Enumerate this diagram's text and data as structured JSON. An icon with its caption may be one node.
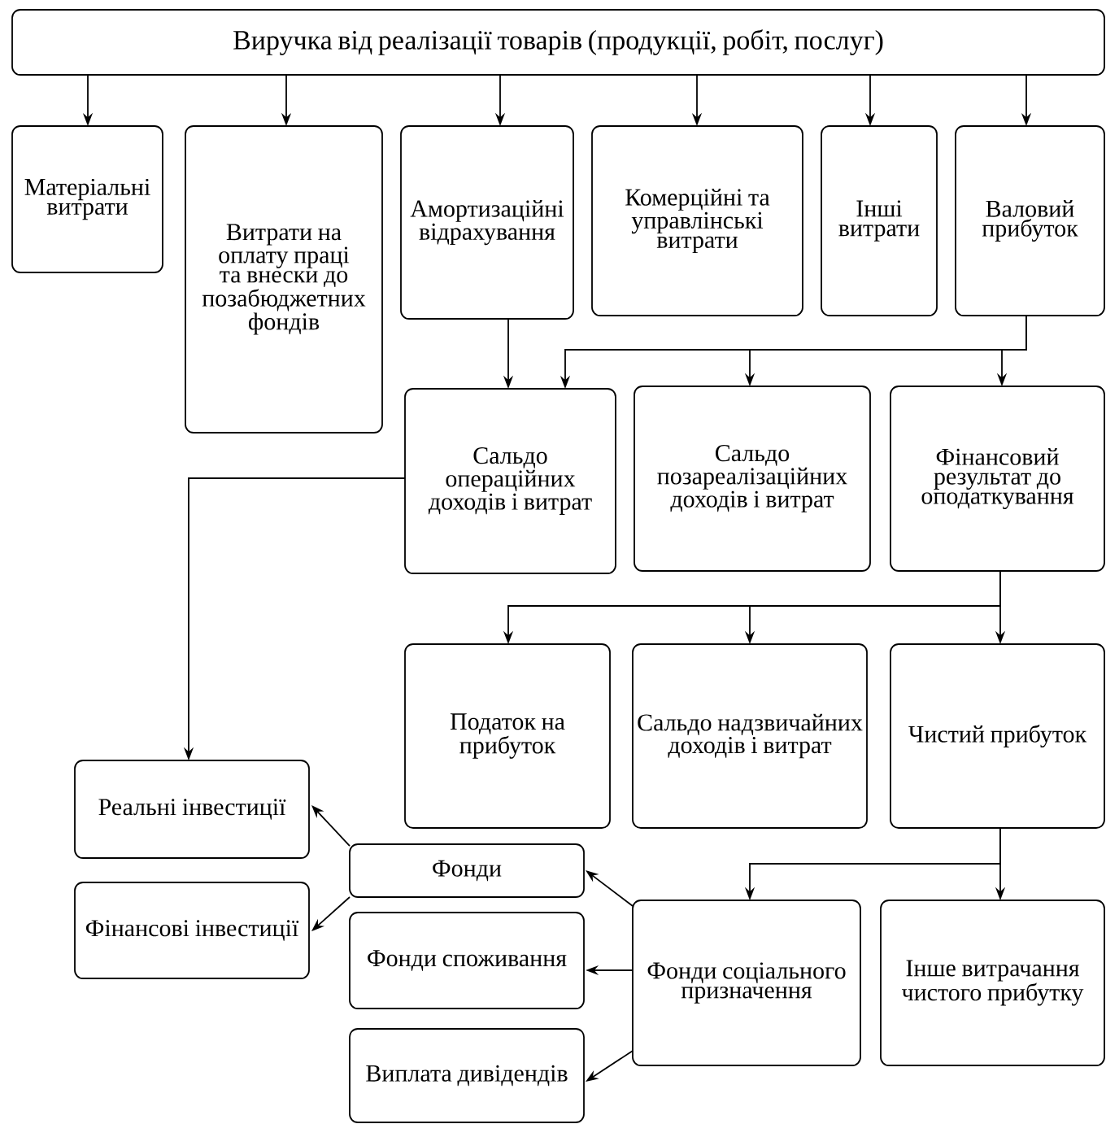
{
  "diagram": {
    "nodes": [
      {
        "text": [
          "Виручка від реалізації товарів (продукції, робіт, послуг)"
        ]
      },
      {
        "text": [
          "Матеріальні витрати"
        ]
      },
      {
        "text": [
          "Витрати на оплату праці та внески до позабюджетних фондів"
        ]
      },
      {
        "text": [
          "Амортизаційні відрахування"
        ]
      },
      {
        "text": [
          "Комерційні та управлінські витрати"
        ]
      },
      {
        "text": [
          "Інші витрати"
        ]
      },
      {
        "text": [
          "Валовий прибуток"
        ]
      },
      {
        "text": [
          "Сальдо операційних доходів і витрат"
        ]
      },
      {
        "text": [
          "Сальдо позареалізаційних доходів і витрат"
        ]
      },
      {
        "text": [
          "Фінансовий результат до оподаткування"
        ]
      },
      {
        "text": [
          "Податок на прибуток"
        ]
      },
      {
        "text": [
          "Сальдо надзвичайних доходів і витрат"
        ]
      },
      {
        "text": [
          "Чистий прибуток"
        ]
      },
      {
        "text": [
          "Реальні інвестиції"
        ]
      },
      {
        "text": [
          "Фінансові інвестиції"
        ]
      },
      {
        "text": [
          "Фонди"
        ]
      },
      {
        "text": [
          "Фонди споживання"
        ]
      },
      {
        "text": [
          "Виплата дивідендів"
        ]
      },
      {
        "text": [
          "Фонди соціального призначення"
        ]
      },
      {
        "text": [
          "Інше витрачання чистого прибутку"
        ]
      }
    ],
    "edges": [
      {
        "from": 0,
        "to": 1,
        "arrow": "to"
      },
      {
        "from": 0,
        "to": 2,
        "arrow": "to"
      },
      {
        "from": 0,
        "to": 3,
        "arrow": "to"
      },
      {
        "from": 0,
        "to": 4,
        "arrow": "to"
      },
      {
        "from": 0,
        "to": 5,
        "arrow": "to"
      },
      {
        "from": 0,
        "to": 6,
        "arrow": "to"
      },
      {
        "from": 3,
        "to": 7,
        "arrow": "to"
      },
      {
        "from": 6,
        "to": 7,
        "arrow": "to"
      },
      {
        "from": 6,
        "to": 8,
        "arrow": "to"
      },
      {
        "from": 6,
        "to": 9,
        "arrow": "to"
      },
      {
        "from": 7,
        "to": 13,
        "arrow": "to"
      },
      {
        "from": 9,
        "to": 10,
        "arrow": "to"
      },
      {
        "from": 9,
        "to": 11,
        "arrow": "to"
      },
      {
        "from": 9,
        "to": 12,
        "arrow": "to"
      },
      {
        "from": 12,
        "to": 18,
        "arrow": "to"
      },
      {
        "from": 12,
        "to": 19,
        "arrow": "to"
      },
      {
        "from": 18,
        "to": 15,
        "arrow": "to"
      },
      {
        "from": 18,
        "to": 16,
        "arrow": "to"
      },
      {
        "from": 18,
        "to": 17,
        "arrow": "to"
      },
      {
        "from": 15,
        "to": 13,
        "arrow": "to"
      },
      {
        "from": 15,
        "to": 14,
        "arrow": "to"
      }
    ]
  }
}
